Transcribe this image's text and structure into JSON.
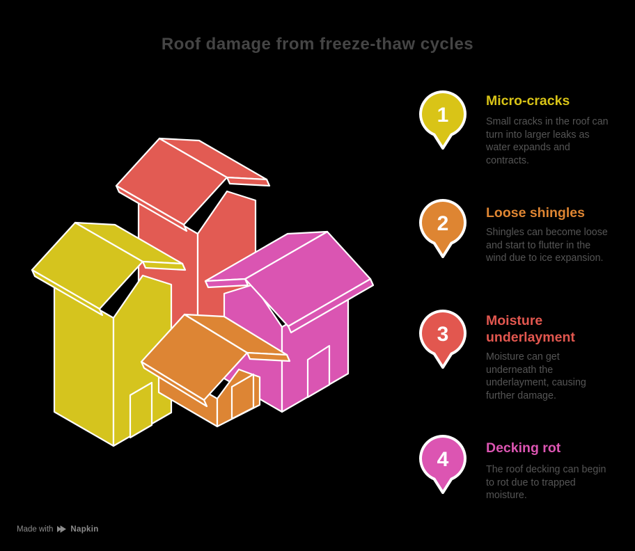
{
  "title": {
    "text": "Roof damage from freeze-thaw cycles",
    "color": "#454545"
  },
  "items": [
    {
      "number": "1",
      "heading": "Micro-cracks",
      "body": "Small cracks in the roof can turn into larger leaks as water expands and contracts.",
      "color": "#D9C417"
    },
    {
      "number": "2",
      "heading": "Loose shingles",
      "body": "Shingles can become loose and start to flutter in the wind due to ice expansion.",
      "color": "#DE8532"
    },
    {
      "number": "3",
      "heading": "Moisture underlayment",
      "body": "Moisture can get underneath the underlayment, causing further damage.",
      "color": "#E2574F"
    },
    {
      "number": "4",
      "heading": "Decking rot",
      "body": "The roof decking can begin to rot due to trapped moisture.",
      "color": "#DC55B2"
    }
  ],
  "footer": {
    "made_with": "Made with",
    "brand": "Napkin",
    "color": "#8C8C8C"
  },
  "palette": {
    "background": "#000000",
    "body_text": "#555555",
    "outline": "#FFFFFF",
    "house_yellow": "#D5C41E",
    "house_red": "#E25B53",
    "house_orange": "#DD8534",
    "house_pink": "#DA55B2"
  }
}
